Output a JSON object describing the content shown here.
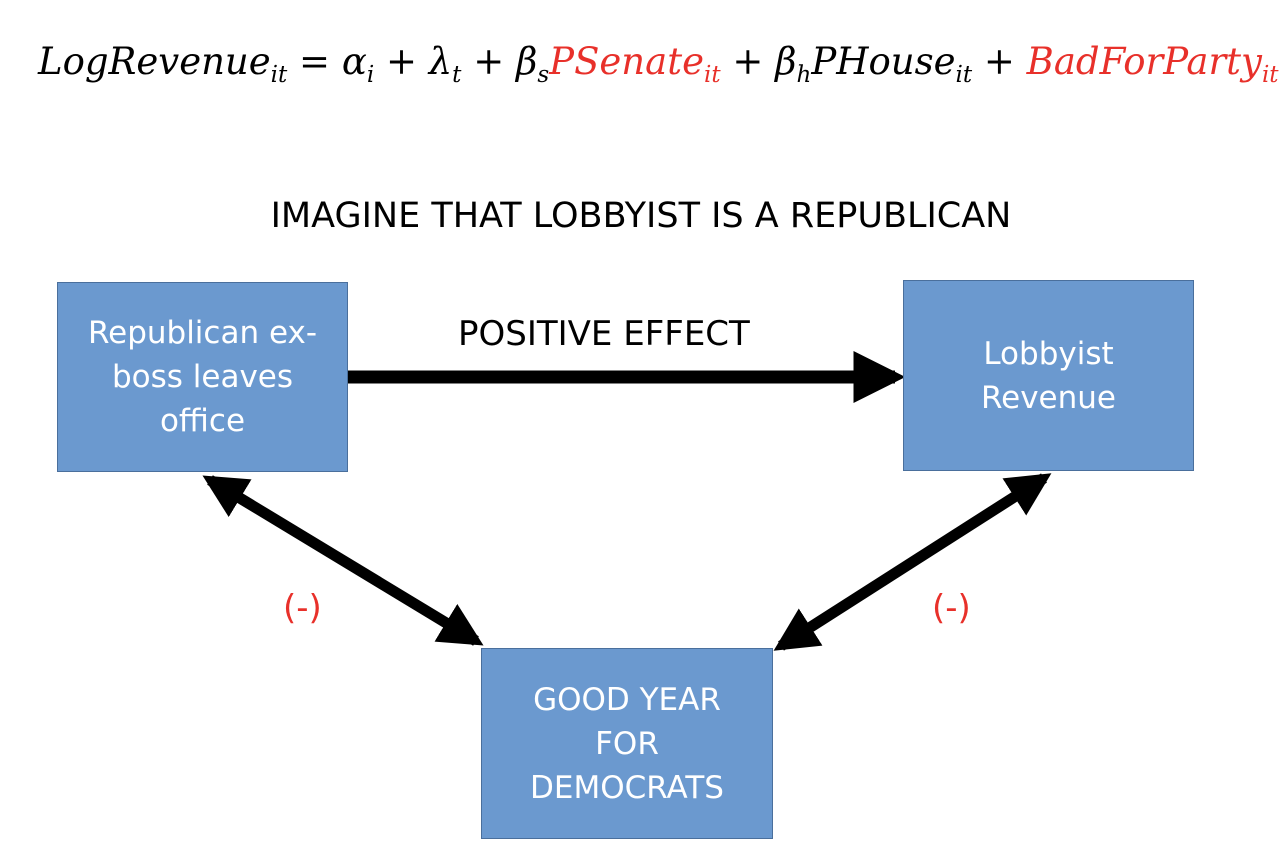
{
  "equation": {
    "lhs": "LogRevenue",
    "lhs_sub": "it",
    "equals": "=",
    "alpha": "α",
    "alpha_sub": "i",
    "plus": "+",
    "lambda": "λ",
    "lambda_sub": "t",
    "beta_s": "β",
    "beta_s_sub": "s",
    "psenate": "PSenate",
    "psenate_sub": "it",
    "beta_h": "β",
    "beta_h_sub": "h",
    "phouse": "PHouse",
    "phouse_sub": "it",
    "badforparty": "BadForParty",
    "badforparty_sub": "it"
  },
  "heading": "IMAGINE THAT LOBBYIST IS A REPUBLICAN",
  "nodes": {
    "boss": {
      "lines": [
        "Republican ex-",
        "boss leaves",
        "office"
      ]
    },
    "revenue": {
      "lines": [
        "Lobbyist",
        "Revenue"
      ]
    },
    "good_year": {
      "lines": [
        "GOOD YEAR",
        "FOR",
        "DEMOCRATS"
      ]
    }
  },
  "edges": {
    "positive_label": "POSITIVE EFFECT",
    "neg_left_label": "(-)",
    "neg_right_label": "(-)"
  },
  "colors": {
    "box_fill": "#6b99cf",
    "box_border": "#4a6f9c",
    "highlight_red": "#e8302a",
    "arrow": "#000000"
  }
}
